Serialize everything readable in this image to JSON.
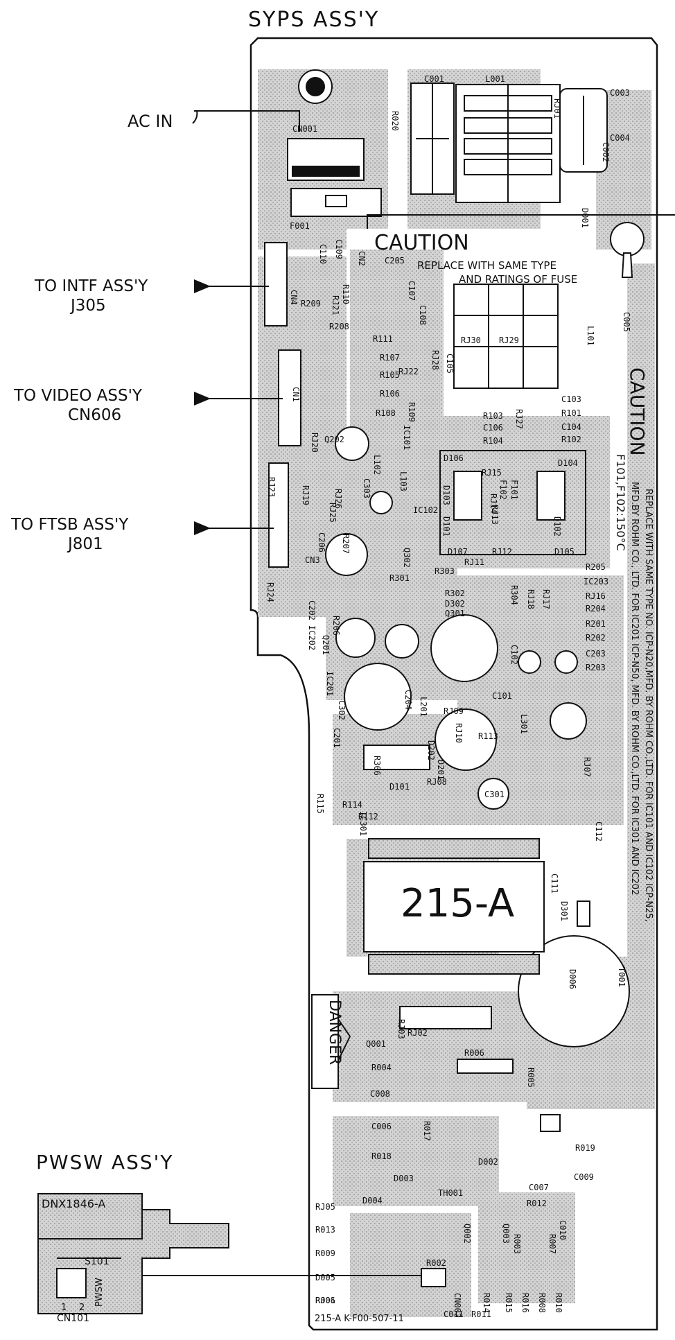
{
  "headings": {
    "syps": "SYPS  ASS'Y",
    "pwsw": "PWSW  ASS'Y"
  },
  "connections": {
    "ac_in": "AC IN",
    "intf_1": "TO INTF ASS'Y",
    "intf_2": "J305",
    "video_1": "TO VIDEO ASS'Y",
    "video_2": "CN606",
    "ftsb_1": "TO FTSB ASS'Y",
    "ftsb_2": "J801"
  },
  "board": {
    "caution_main": "CAUTION",
    "caution_sub_1": "REPLACE WITH SAME TYPE",
    "caution_sub_2": "AND RATINGS OF FUSE",
    "caution_side": "CAUTION",
    "fuse_rating": "F101,F102:150°C",
    "replace_note": "REPLACE WITH SAME TYPE NO. ICP-N20,MFD. BY ROHM CO.,LTD. FOR IC101 AND IC102 ICP-N25,",
    "mfd_note": "MFD.BY ROHM CO., LTD. FOR IC201 ICP-N50, MFD. BY ROHM CO.,LTD. FOR IC301 AND IC202",
    "module_label": "215-A",
    "danger": "DANGER",
    "footer": "215-A  K-F00-507-11"
  },
  "pwsw": {
    "part": "DNX1846-A",
    "switch": "S101",
    "pwsw_label": "PWSW",
    "pin1": "1",
    "pin2": "2",
    "connector": "CN101"
  },
  "components": [
    {
      "text": "C001"
    },
    {
      "text": "L001"
    },
    {
      "text": "C003"
    },
    {
      "text": "C002"
    },
    {
      "text": "C004"
    },
    {
      "text": "RJ01"
    },
    {
      "text": "R020"
    },
    {
      "text": "CN001"
    },
    {
      "text": "F001"
    },
    {
      "text": "D001"
    },
    {
      "text": "CN2"
    },
    {
      "text": "C109"
    },
    {
      "text": "C110"
    },
    {
      "text": "CN4"
    },
    {
      "text": "C205"
    },
    {
      "text": "C107"
    },
    {
      "text": "C108"
    },
    {
      "text": "R209"
    },
    {
      "text": "RJ21"
    },
    {
      "text": "R110"
    },
    {
      "text": "R208"
    },
    {
      "text": "R111"
    },
    {
      "text": "C005"
    },
    {
      "text": "RJ30"
    },
    {
      "text": "RJ29"
    },
    {
      "text": "L101"
    },
    {
      "text": "R107"
    },
    {
      "text": "RJ28"
    },
    {
      "text": "C105"
    },
    {
      "text": "RJ22"
    },
    {
      "text": "R105"
    },
    {
      "text": "R106"
    },
    {
      "text": "CN1"
    },
    {
      "text": "R108"
    },
    {
      "text": "R109"
    },
    {
      "text": "R103"
    },
    {
      "text": "C106"
    },
    {
      "text": "R104"
    },
    {
      "text": "RJ27"
    },
    {
      "text": "C103"
    },
    {
      "text": "R101"
    },
    {
      "text": "C104"
    },
    {
      "text": "R102"
    },
    {
      "text": "Q202"
    },
    {
      "text": "IC101"
    },
    {
      "text": "RJ20"
    },
    {
      "text": "D106"
    },
    {
      "text": "D104"
    },
    {
      "text": "RJ15"
    },
    {
      "text": "F102"
    },
    {
      "text": "F101"
    },
    {
      "text": "RJ14"
    },
    {
      "text": "RJ13"
    },
    {
      "text": "D103"
    },
    {
      "text": "D101"
    },
    {
      "text": "D102"
    },
    {
      "text": "RJ23"
    },
    {
      "text": "RJ19"
    },
    {
      "text": "RJ26"
    },
    {
      "text": "RJ25"
    },
    {
      "text": "C303"
    },
    {
      "text": "L102"
    },
    {
      "text": "L103"
    },
    {
      "text": "R207"
    },
    {
      "text": "IC102"
    },
    {
      "text": "Q302"
    },
    {
      "text": "D107"
    },
    {
      "text": "RJ12"
    },
    {
      "text": "D105"
    },
    {
      "text": "CN3"
    },
    {
      "text": "C206"
    },
    {
      "text": "RJ11"
    },
    {
      "text": "R303"
    },
    {
      "text": "R205"
    },
    {
      "text": "IC203"
    },
    {
      "text": "RJ24"
    },
    {
      "text": "R301"
    },
    {
      "text": "R302"
    },
    {
      "text": "D302"
    },
    {
      "text": "Q301"
    },
    {
      "text": "R304"
    },
    {
      "text": "RJ18"
    },
    {
      "text": "RJ17"
    },
    {
      "text": "RJ16"
    },
    {
      "text": "R204"
    },
    {
      "text": "R201"
    },
    {
      "text": "R202"
    },
    {
      "text": "C203"
    },
    {
      "text": "R203"
    },
    {
      "text": "C202"
    },
    {
      "text": "IC202"
    },
    {
      "text": "Q201"
    },
    {
      "text": "R206"
    },
    {
      "text": "IC201"
    },
    {
      "text": "C102"
    },
    {
      "text": "C302"
    },
    {
      "text": "C204"
    },
    {
      "text": "L201"
    },
    {
      "text": "RJ09"
    },
    {
      "text": "C101"
    },
    {
      "text": "RJ10"
    },
    {
      "text": "L301"
    },
    {
      "text": "C201"
    },
    {
      "text": "D202"
    },
    {
      "text": "R113"
    },
    {
      "text": "R306"
    },
    {
      "text": "D201"
    },
    {
      "text": "RJ08"
    },
    {
      "text": "RJ07"
    },
    {
      "text": "R115"
    },
    {
      "text": "R114"
    },
    {
      "text": "D101"
    },
    {
      "text": "C301"
    },
    {
      "text": "IC301"
    },
    {
      "text": "R112"
    },
    {
      "text": "C112"
    },
    {
      "text": "C111"
    },
    {
      "text": "D301"
    },
    {
      "text": "D006"
    },
    {
      "text": "T001"
    },
    {
      "text": "RJ03"
    },
    {
      "text": "RJ02"
    },
    {
      "text": "Q001"
    },
    {
      "text": "R006"
    },
    {
      "text": "R004"
    },
    {
      "text": "R005"
    },
    {
      "text": "C008"
    },
    {
      "text": "C006"
    },
    {
      "text": "R017"
    },
    {
      "text": "R018"
    },
    {
      "text": "D002"
    },
    {
      "text": "R019"
    },
    {
      "text": "D003"
    },
    {
      "text": "TH001"
    },
    {
      "text": "C007"
    },
    {
      "text": "C009"
    },
    {
      "text": "D004"
    },
    {
      "text": "R012"
    },
    {
      "text": "RJ05"
    },
    {
      "text": "R013"
    },
    {
      "text": "R009"
    },
    {
      "text": "R003"
    },
    {
      "text": "R007"
    },
    {
      "text": "Q002"
    },
    {
      "text": "Q003"
    },
    {
      "text": "C010"
    },
    {
      "text": "D005"
    },
    {
      "text": "RJ06"
    },
    {
      "text": "R002"
    },
    {
      "text": "R001"
    },
    {
      "text": "CN002"
    },
    {
      "text": "R014"
    },
    {
      "text": "R015"
    },
    {
      "text": "R016"
    },
    {
      "text": "R008"
    },
    {
      "text": "R010"
    },
    {
      "text": "C011"
    },
    {
      "text": "R011"
    }
  ]
}
